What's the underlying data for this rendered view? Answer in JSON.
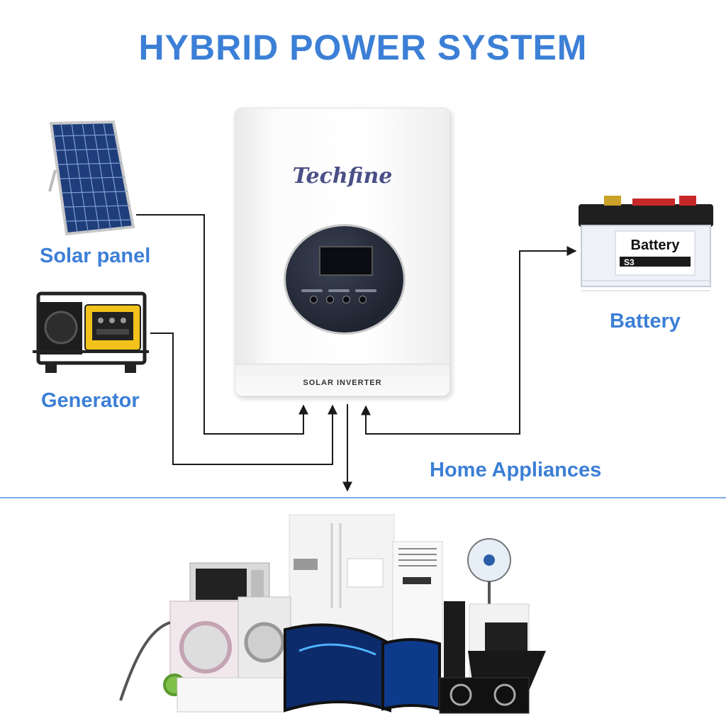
{
  "title": "HYBRID POWER SYSTEM",
  "labels": {
    "solar": "Solar panel",
    "generator": "Generator",
    "battery": "Battery",
    "home": "Home Appliances"
  },
  "inverter": {
    "brand": "Techfine",
    "model": "SOLAR INVERTER"
  },
  "battery_graphic": {
    "label": "Battery",
    "code": "S3"
  },
  "colors": {
    "accent": "#3c7fd6",
    "line": "#1a1a1a",
    "divider": "#7aaee0"
  }
}
